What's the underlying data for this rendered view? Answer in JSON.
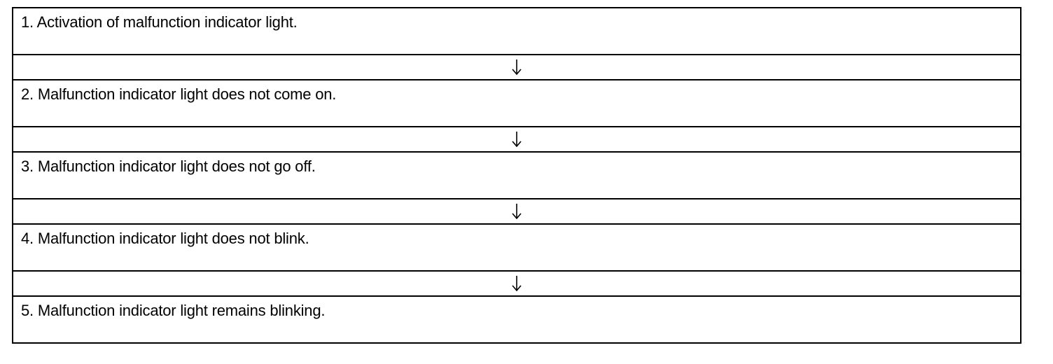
{
  "flowchart": {
    "steps": [
      {
        "label": "1. Activation of malfunction indicator light."
      },
      {
        "label": "2. Malfunction indicator light does not come on."
      },
      {
        "label": "3. Malfunction indicator light does not go off."
      },
      {
        "label": "4. Malfunction indicator light does not blink."
      },
      {
        "label": "5. Malfunction indicator light remains blinking."
      }
    ],
    "connector_icon": "arrow-down-icon",
    "border_color": "#000000",
    "background_color": "#ffffff"
  }
}
